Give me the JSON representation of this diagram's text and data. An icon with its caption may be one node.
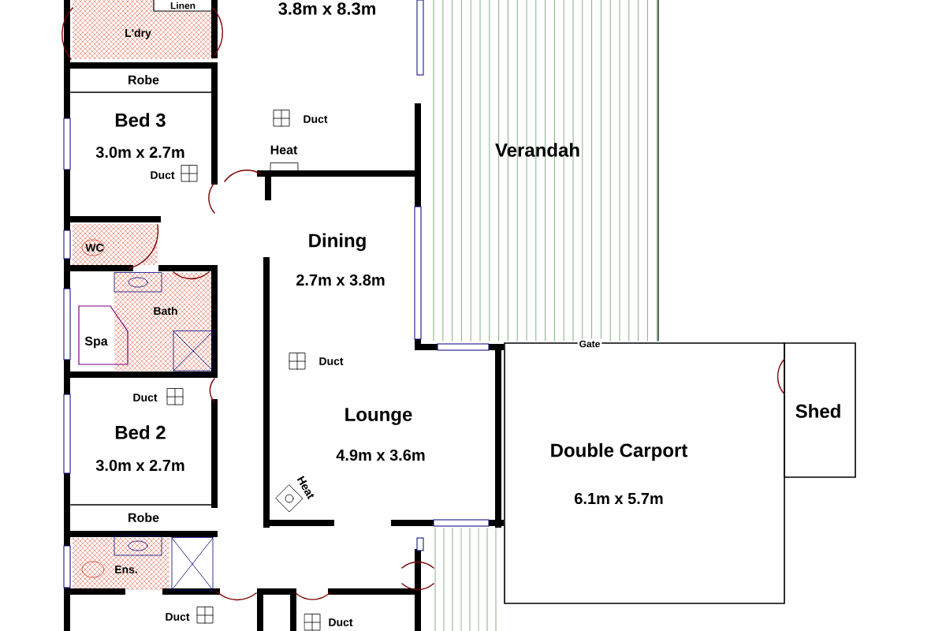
{
  "diagram": {
    "labels": [
      "Linen",
      "3.8m x 8.3m",
      "L'dry",
      "Robe",
      "Bed 3",
      "Duct",
      "3.0m x 2.7m",
      "Heat",
      "Duct",
      "Verandah",
      "WC",
      "Dining",
      "2.7m x 3.8m",
      "Bath",
      "Spa",
      "Gate",
      "Duct",
      "Duct",
      "Shed",
      "Lounge",
      "Bed 2",
      "Double Carport",
      "3.0m x 2.7m",
      "4.9m x 3.6m",
      "6.1m x 5.7m",
      "Heat",
      "Robe",
      "Ens.",
      "Duct",
      "Duct"
    ]
  }
}
